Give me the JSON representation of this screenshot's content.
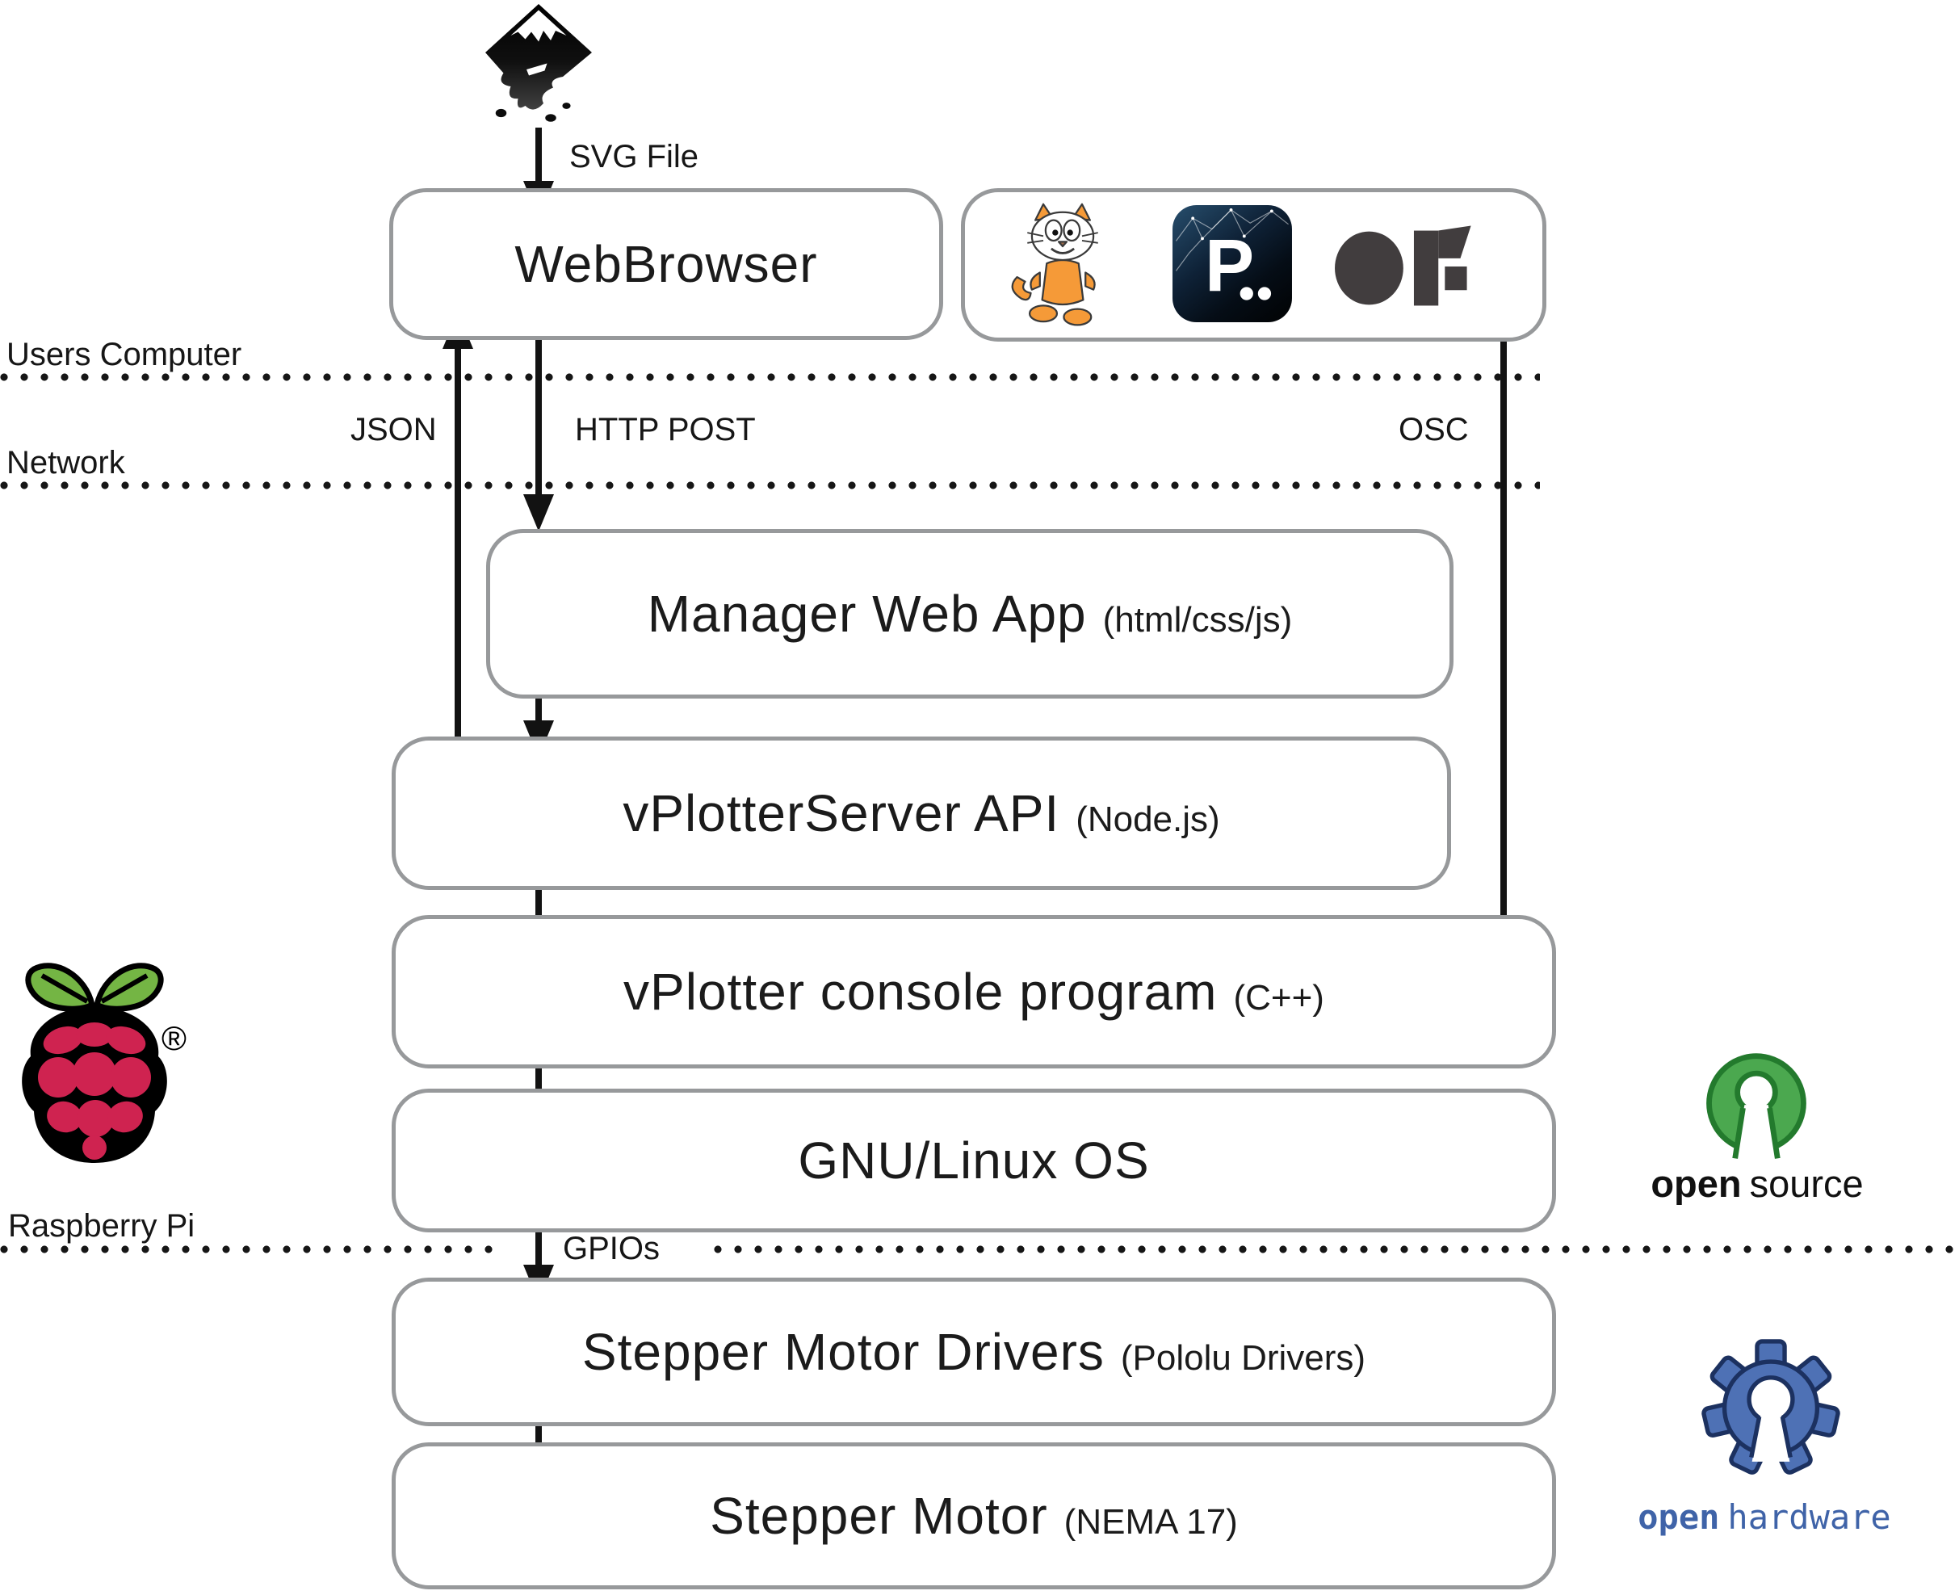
{
  "labels": {
    "svg_file": "SVG File",
    "users_computer": "Users Computer",
    "network": "Network",
    "json": "JSON",
    "http_post": "HTTP POST",
    "osc": "OSC",
    "raspberry_pi": "Raspberry Pi",
    "gpios": "GPIOs"
  },
  "boxes": {
    "webbrowser": {
      "title": "WebBrowser"
    },
    "manager": {
      "title": "Manager Web App",
      "subtitle": "(html/css/js)"
    },
    "vplotter_server": {
      "title": "vPlotterServer API",
      "subtitle": "(Node.js)"
    },
    "vplotter_console": {
      "title": "vPlotter console program",
      "subtitle": "(C++)"
    },
    "gnu_linux": {
      "title": "GNU/Linux OS"
    },
    "stepper_drivers": {
      "title": "Stepper Motor Drivers",
      "subtitle": "(Pololu Drivers)"
    },
    "stepper_motor": {
      "title": "Stepper Motor",
      "subtitle": "(NEMA 17)"
    }
  },
  "logos": {
    "processing_letter": "P",
    "registered_mark": "®",
    "open_source": {
      "word1": "open",
      "word2": "source"
    },
    "open_hardware": {
      "word1": "open",
      "word2": "hardware"
    }
  },
  "icons": [
    "inkscape-logo",
    "scratch-cat-logo",
    "processing-logo",
    "openframeworks-logo",
    "raspberry-pi-logo",
    "open-source-keyhole-logo",
    "open-hardware-gear-logo"
  ],
  "colors": {
    "box_border": "#97999b",
    "arrow_black": "#121212",
    "raspberry_red": "#cf2350",
    "raspberry_green": "#74b544",
    "open_source_green": "#4ba84f",
    "open_source_outline": "#237a2d",
    "open_hardware_blue": "#4e71b5",
    "open_hardware_outline": "#1c3160",
    "scratch_orange": "#f59a38",
    "processing_navy": "#12283c",
    "openframeworks_gray": "#413d3e"
  }
}
